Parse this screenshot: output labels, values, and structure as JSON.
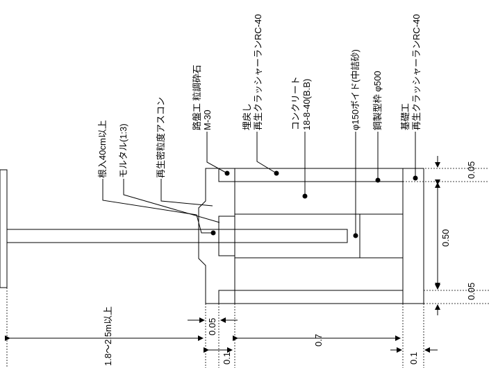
{
  "labels": {
    "root_depth": "根入40cm以上",
    "mortar": "モルタル(1:3)",
    "asphalt": "再生密粒度アスコン",
    "roadbed_1": "路盤工 粒調砕石",
    "roadbed_2": "M-30",
    "backfill_1": "埋戻し",
    "backfill_2": "再生クラッシャーランRC-40",
    "concrete_1": "コンクリート",
    "concrete_2": "18-8-40(B.B)",
    "void": "φ150ボイド(中詰砂)",
    "steel_form": "鋼製型枠 φ500",
    "base_1": "基礎工",
    "base_2": "再生クラッシャーランRC-40"
  },
  "dimensions": {
    "pole_depth": "1.8～2.5m以上",
    "d_005_top": "0.05",
    "d_01_top": "0.1",
    "d_07": "0.7",
    "d_01_bottom": "0.1",
    "d_005_right_top": "0.05",
    "d_050": "0.50",
    "d_005_right_bottom": "0.05"
  },
  "colors": {
    "concrete": "#f9c89b",
    "void_sand": "#e6e6e6",
    "mortar": "#7f7a12",
    "hatch": "#9a9a9a"
  }
}
